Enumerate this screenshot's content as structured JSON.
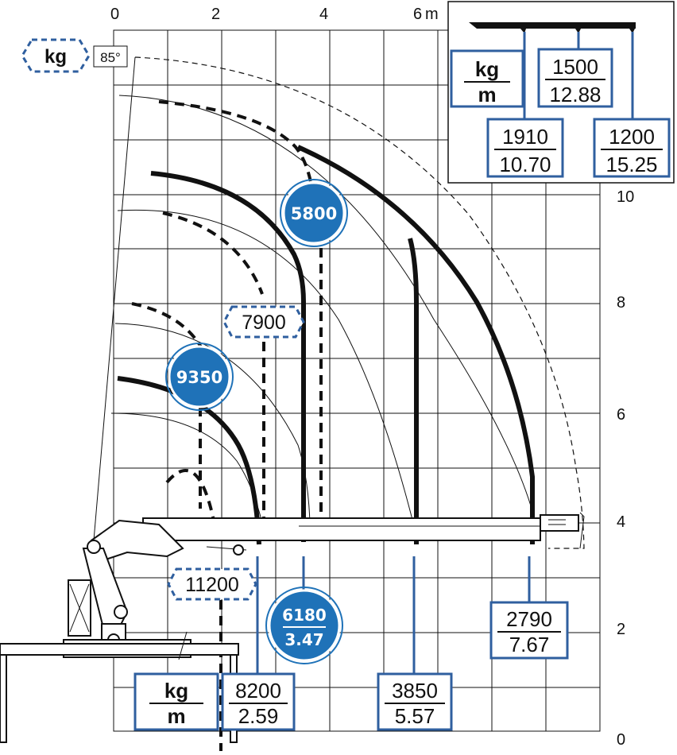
{
  "axes": {
    "x_ticks": [
      "0",
      "2",
      "4",
      "6"
    ],
    "x_unit": "m",
    "y_ticks": [
      "10",
      "8",
      "6",
      "4",
      "2",
      "0"
    ]
  },
  "angle_label": "85°",
  "legend_top_left": "kg",
  "legend_bottom": {
    "kg": "kg",
    "m": "m"
  },
  "inset": {
    "legend": {
      "kg": "kg",
      "m": "m"
    },
    "boxes": [
      {
        "kg": "1500",
        "m": "12.88"
      },
      {
        "kg": "1910",
        "m": "10.70"
      },
      {
        "kg": "1200",
        "m": "15.25"
      }
    ]
  },
  "badges": [
    {
      "value": "5800"
    },
    {
      "value": "9350"
    },
    {
      "value": "6180",
      "sub": "3.47"
    }
  ],
  "dashed_labels": [
    {
      "value": "7900"
    },
    {
      "value": "11200"
    }
  ],
  "capacity_boxes": [
    {
      "kg": "8200",
      "m": "2.59"
    },
    {
      "kg": "3850",
      "m": "5.57"
    },
    {
      "kg": "2790",
      "m": "7.67"
    }
  ]
}
